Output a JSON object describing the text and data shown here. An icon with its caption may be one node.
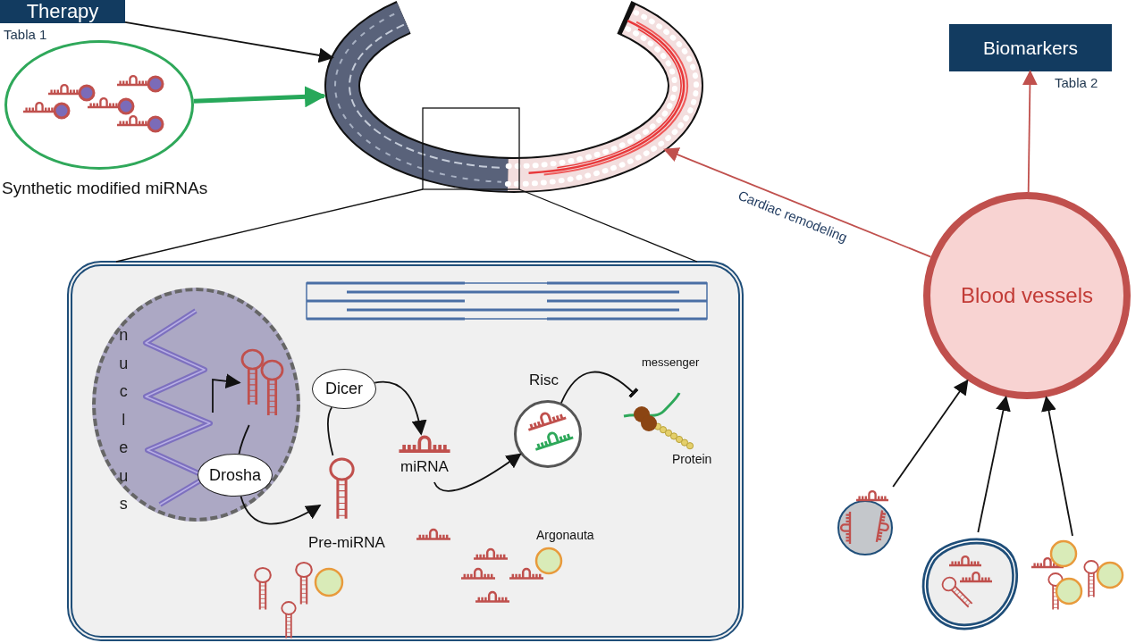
{
  "diagram": {
    "nodes": [
      {
        "text": [
          "Therapy"
        ],
        "beside": [
          "Tabla 1"
        ]
      },
      {
        "text": [
          "Synthetic modified miRNAs"
        ]
      },
      {
        "text": [],
        "shape": "picture"
      },
      {
        "text": [
          "Biomarkers"
        ],
        "beside": [
          "Tabla 2"
        ]
      },
      {
        "text": [
          "Blood vessels"
        ]
      },
      {
        "text": [],
        "shape": "box"
      },
      {
        "text": [
          "nucleus"
        ],
        "in": 5
      },
      {
        "text": [],
        "shape": "picture",
        "in": 6
      },
      {
        "text": [
          "Drosha"
        ],
        "in": 6
      },
      {
        "text": [
          "Dicer"
        ],
        "in": 5
      },
      {
        "text": [
          "Pre-miRNA"
        ],
        "in": 5
      },
      {
        "text": [
          "miRNA"
        ],
        "in": 5
      },
      {
        "text": [
          "Risc"
        ],
        "in": 5
      },
      {
        "text": [],
        "shape": "picture",
        "in": 5
      },
      {
        "text": [],
        "shape": "picture"
      },
      {
        "text": [],
        "shape": "picture"
      },
      {
        "text": [],
        "shape": "picture"
      }
    ],
    "edges": [
      {
        "from": 0,
        "to": 2,
        "arrow": "to"
      },
      {
        "from": 1,
        "to": 2,
        "arrow": "to",
        "style": "thick",
        "color": "#27a85a"
      },
      {
        "from": 4,
        "to": 2,
        "arrow": "to",
        "label": "Cardiac remodeling",
        "color": "#c0504d"
      },
      {
        "from": 4,
        "to": 3,
        "arrow": "to",
        "color": "#c0504d"
      },
      {
        "from": null,
        "to": 7,
        "arrow": "to"
      },
      {
        "from": 7,
        "to": 8,
        "arrow": "none"
      },
      {
        "from": 8,
        "to": 10,
        "arrow": "to"
      },
      {
        "from": 10,
        "to": 9,
        "arrow": "none"
      },
      {
        "from": 9,
        "to": 11,
        "arrow": "to"
      },
      {
        "from": 11,
        "to": 12,
        "arrow": "to"
      },
      {
        "from": 12,
        "to": 13,
        "arrow": "other"
      },
      {
        "from": 14,
        "to": 4,
        "arrow": "to"
      },
      {
        "from": 15,
        "to": 4,
        "arrow": "to"
      },
      {
        "from": 16,
        "to": 4,
        "arrow": "to"
      }
    ],
    "labels": [
      "messenger",
      "Protein",
      "Argonauta"
    ]
  }
}
